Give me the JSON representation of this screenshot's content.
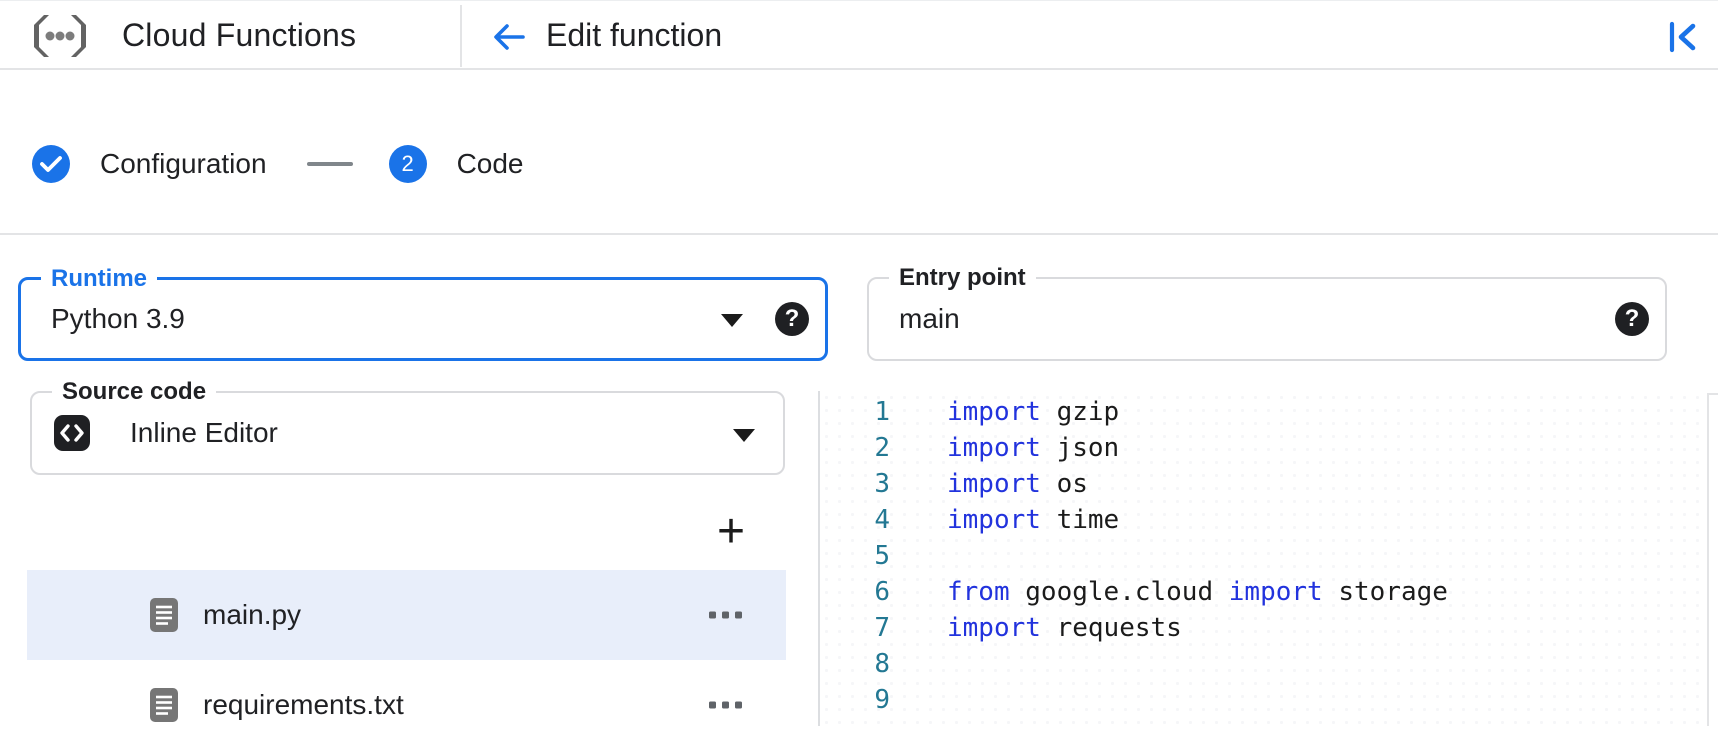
{
  "header": {
    "product_name": "Cloud Functions",
    "page_title": "Edit function",
    "icons": {
      "logo": "cloud-functions-logo",
      "back": "arrow-back-icon",
      "collapse": "collapse-panel-icon"
    }
  },
  "stepper": {
    "steps": [
      {
        "label": "Configuration",
        "indicator": "check",
        "state": "complete"
      },
      {
        "label": "Code",
        "indicator": "2",
        "state": "active"
      }
    ]
  },
  "form": {
    "runtime": {
      "label": "Runtime",
      "value": "Python 3.9",
      "focused": true,
      "help_glyph": "?"
    },
    "entry_point": {
      "label": "Entry point",
      "value": "main",
      "help_glyph": "?"
    },
    "source_code": {
      "label": "Source code",
      "value": "Inline Editor"
    }
  },
  "file_explorer": {
    "add_button_glyph": "+",
    "files": [
      {
        "name": "main.py",
        "selected": true
      },
      {
        "name": "requirements.txt",
        "selected": false
      }
    ]
  },
  "editor": {
    "language": "python",
    "lines": [
      {
        "num": "1",
        "tokens": [
          {
            "t": "import",
            "k": "kw"
          },
          {
            "t": " gzip",
            "k": "tx"
          }
        ]
      },
      {
        "num": "2",
        "tokens": [
          {
            "t": "import",
            "k": "kw"
          },
          {
            "t": " json",
            "k": "tx"
          }
        ]
      },
      {
        "num": "3",
        "tokens": [
          {
            "t": "import",
            "k": "kw"
          },
          {
            "t": " os",
            "k": "tx"
          }
        ]
      },
      {
        "num": "4",
        "tokens": [
          {
            "t": "import",
            "k": "kw"
          },
          {
            "t": " time",
            "k": "tx"
          }
        ]
      },
      {
        "num": "5",
        "tokens": []
      },
      {
        "num": "6",
        "tokens": [
          {
            "t": "from",
            "k": "kw"
          },
          {
            "t": " google.cloud ",
            "k": "tx"
          },
          {
            "t": "import",
            "k": "kw"
          },
          {
            "t": " storage",
            "k": "tx"
          }
        ]
      },
      {
        "num": "7",
        "tokens": [
          {
            "t": "import",
            "k": "kw"
          },
          {
            "t": " requests",
            "k": "tx"
          }
        ]
      },
      {
        "num": "8",
        "tokens": []
      },
      {
        "num": "9",
        "tokens": []
      }
    ]
  },
  "colors": {
    "accent": "#1a73e8",
    "keyword": "#2233dd",
    "line_number": "#237893",
    "selected_row": "#e8eefa"
  }
}
